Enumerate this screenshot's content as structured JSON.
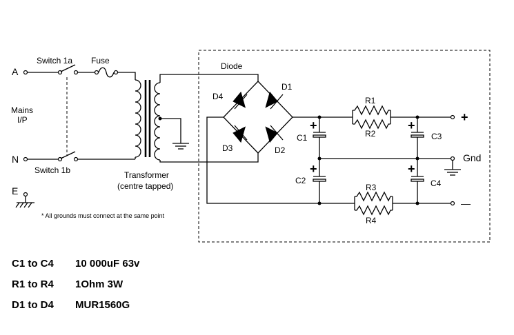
{
  "inputs": {
    "a": "A",
    "n": "N",
    "e": "E",
    "mains": "Mains",
    "io": "I/P"
  },
  "switches": {
    "s1a": "Switch 1a",
    "s1b": "Switch 1b"
  },
  "fuse": "Fuse",
  "transformer": {
    "name": "Transformer",
    "detail": "(centre tapped)"
  },
  "diode_header": "Diode",
  "diodes": [
    "D1",
    "D2",
    "D3",
    "D4"
  ],
  "capacitors": [
    "C1",
    "C2",
    "C3",
    "C4"
  ],
  "resistors": [
    "R1",
    "R2",
    "R3",
    "R4"
  ],
  "outputs": {
    "plus": "+",
    "minus": "—",
    "gnd": "Gnd"
  },
  "polarity": "+",
  "note": "* All grounds must connect at the same point",
  "legend": [
    {
      "part": "C1 to C4",
      "spec": "10 000uF 63v"
    },
    {
      "part": "R1 to R4",
      "spec": "1Ohm 3W"
    },
    {
      "part": "D1 to D4",
      "spec": "MUR1560G"
    }
  ]
}
